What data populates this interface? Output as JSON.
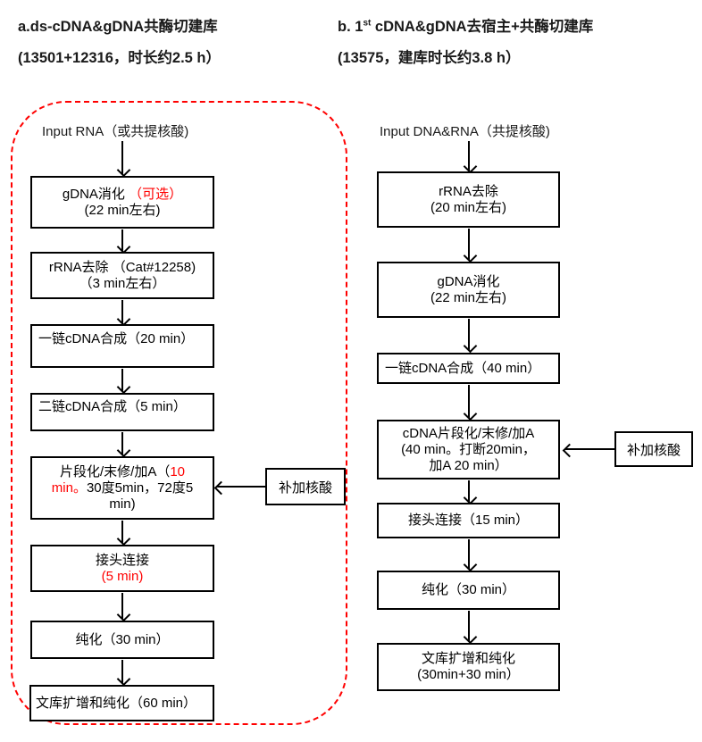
{
  "colors": {
    "accent_red": "#ff0000",
    "ink": "#000000",
    "background": "#ffffff"
  },
  "panel_a": {
    "title_line1": "a.ds-cDNA&gDNA共酶切建库",
    "title_line2": "(13501+12316，时长约2.5 h）",
    "outline_color": "#ff0000",
    "input_label": "Input RNA（或共提核酸)",
    "side_box": {
      "label": "补加核酸"
    },
    "boxes": [
      {
        "id": "gdna-digest",
        "lines": [
          {
            "segments": [
              {
                "text": "gDNA消化 "
              },
              {
                "text": "（可选）",
                "color": "#ff0000"
              }
            ]
          },
          {
            "segments": [
              {
                "text": "(22 min左右)"
              }
            ]
          }
        ]
      },
      {
        "id": "rrna-removal",
        "lines": [
          {
            "segments": [
              {
                "text": "rRNA去除 （Cat#12258)"
              }
            ]
          },
          {
            "segments": [
              {
                "text": "（3 min左右）"
              }
            ]
          }
        ]
      },
      {
        "id": "first-strand-cdna",
        "lines": [
          {
            "segments": [
              {
                "text": "一链cDNA合成（20 min）"
              }
            ]
          }
        ]
      },
      {
        "id": "second-strand-cdna",
        "lines": [
          {
            "segments": [
              {
                "text": "二链cDNA合成（5 min）"
              }
            ]
          }
        ]
      },
      {
        "id": "fragmentation-endrepair-atail",
        "lines": [
          {
            "segments": [
              {
                "text": "片段化/末修/加A（"
              },
              {
                "text": "10",
                "color": "#ff0000"
              }
            ]
          },
          {
            "segments": [
              {
                "text": "min。",
                "color": "#ff0000"
              },
              {
                "text": "30度5min，72度5"
              }
            ]
          },
          {
            "segments": [
              {
                "text": "min)"
              }
            ]
          }
        ]
      },
      {
        "id": "adapter-ligation",
        "lines": [
          {
            "segments": [
              {
                "text": "接头连接"
              }
            ]
          },
          {
            "segments": [
              {
                "text": "(5 min)",
                "color": "#ff0000"
              }
            ]
          }
        ]
      },
      {
        "id": "purification",
        "lines": [
          {
            "segments": [
              {
                "text": "纯化（30 min）"
              }
            ]
          }
        ]
      },
      {
        "id": "library-amplification",
        "lines": [
          {
            "segments": [
              {
                "text": "文库扩增和纯化（60 min）"
              }
            ]
          }
        ]
      }
    ]
  },
  "panel_b": {
    "title_prefix": "b. 1",
    "title_sup": "st",
    "title_rest": " cDNA&gDNA去宿主+共酶切建库",
    "title_line2": "(13575，建库时长约3.8 h）",
    "input_label": "Input DNA&RNA（共提核酸)",
    "side_box": {
      "label": "补加核酸"
    },
    "boxes": [
      {
        "id": "rrna-removal",
        "lines": [
          {
            "segments": [
              {
                "text": "rRNA去除"
              }
            ]
          },
          {
            "segments": [
              {
                "text": "(20 min左右)"
              }
            ]
          }
        ]
      },
      {
        "id": "gdna-digest",
        "lines": [
          {
            "segments": [
              {
                "text": "gDNA消化"
              }
            ]
          },
          {
            "segments": [
              {
                "text": "(22 min左右)"
              }
            ]
          }
        ]
      },
      {
        "id": "first-strand-cdna",
        "lines": [
          {
            "segments": [
              {
                "text": "一链cDNA合成（40 min）"
              }
            ]
          }
        ]
      },
      {
        "id": "cdna-fragmentation",
        "lines": [
          {
            "segments": [
              {
                "text": "cDNA片段化/末修/加A"
              }
            ]
          },
          {
            "segments": [
              {
                "text": "(40 min。打断20min，"
              }
            ]
          },
          {
            "segments": [
              {
                "text": "加A 20 min）"
              }
            ]
          }
        ]
      },
      {
        "id": "adapter-ligation",
        "lines": [
          {
            "segments": [
              {
                "text": "接头连接（15 min）"
              }
            ]
          }
        ]
      },
      {
        "id": "purification",
        "lines": [
          {
            "segments": [
              {
                "text": "纯化（30 min）"
              }
            ]
          }
        ]
      },
      {
        "id": "library-amplification",
        "lines": [
          {
            "segments": [
              {
                "text": "文库扩增和纯化"
              }
            ]
          },
          {
            "segments": [
              {
                "text": "(30min+30 min）"
              }
            ]
          }
        ]
      }
    ]
  }
}
